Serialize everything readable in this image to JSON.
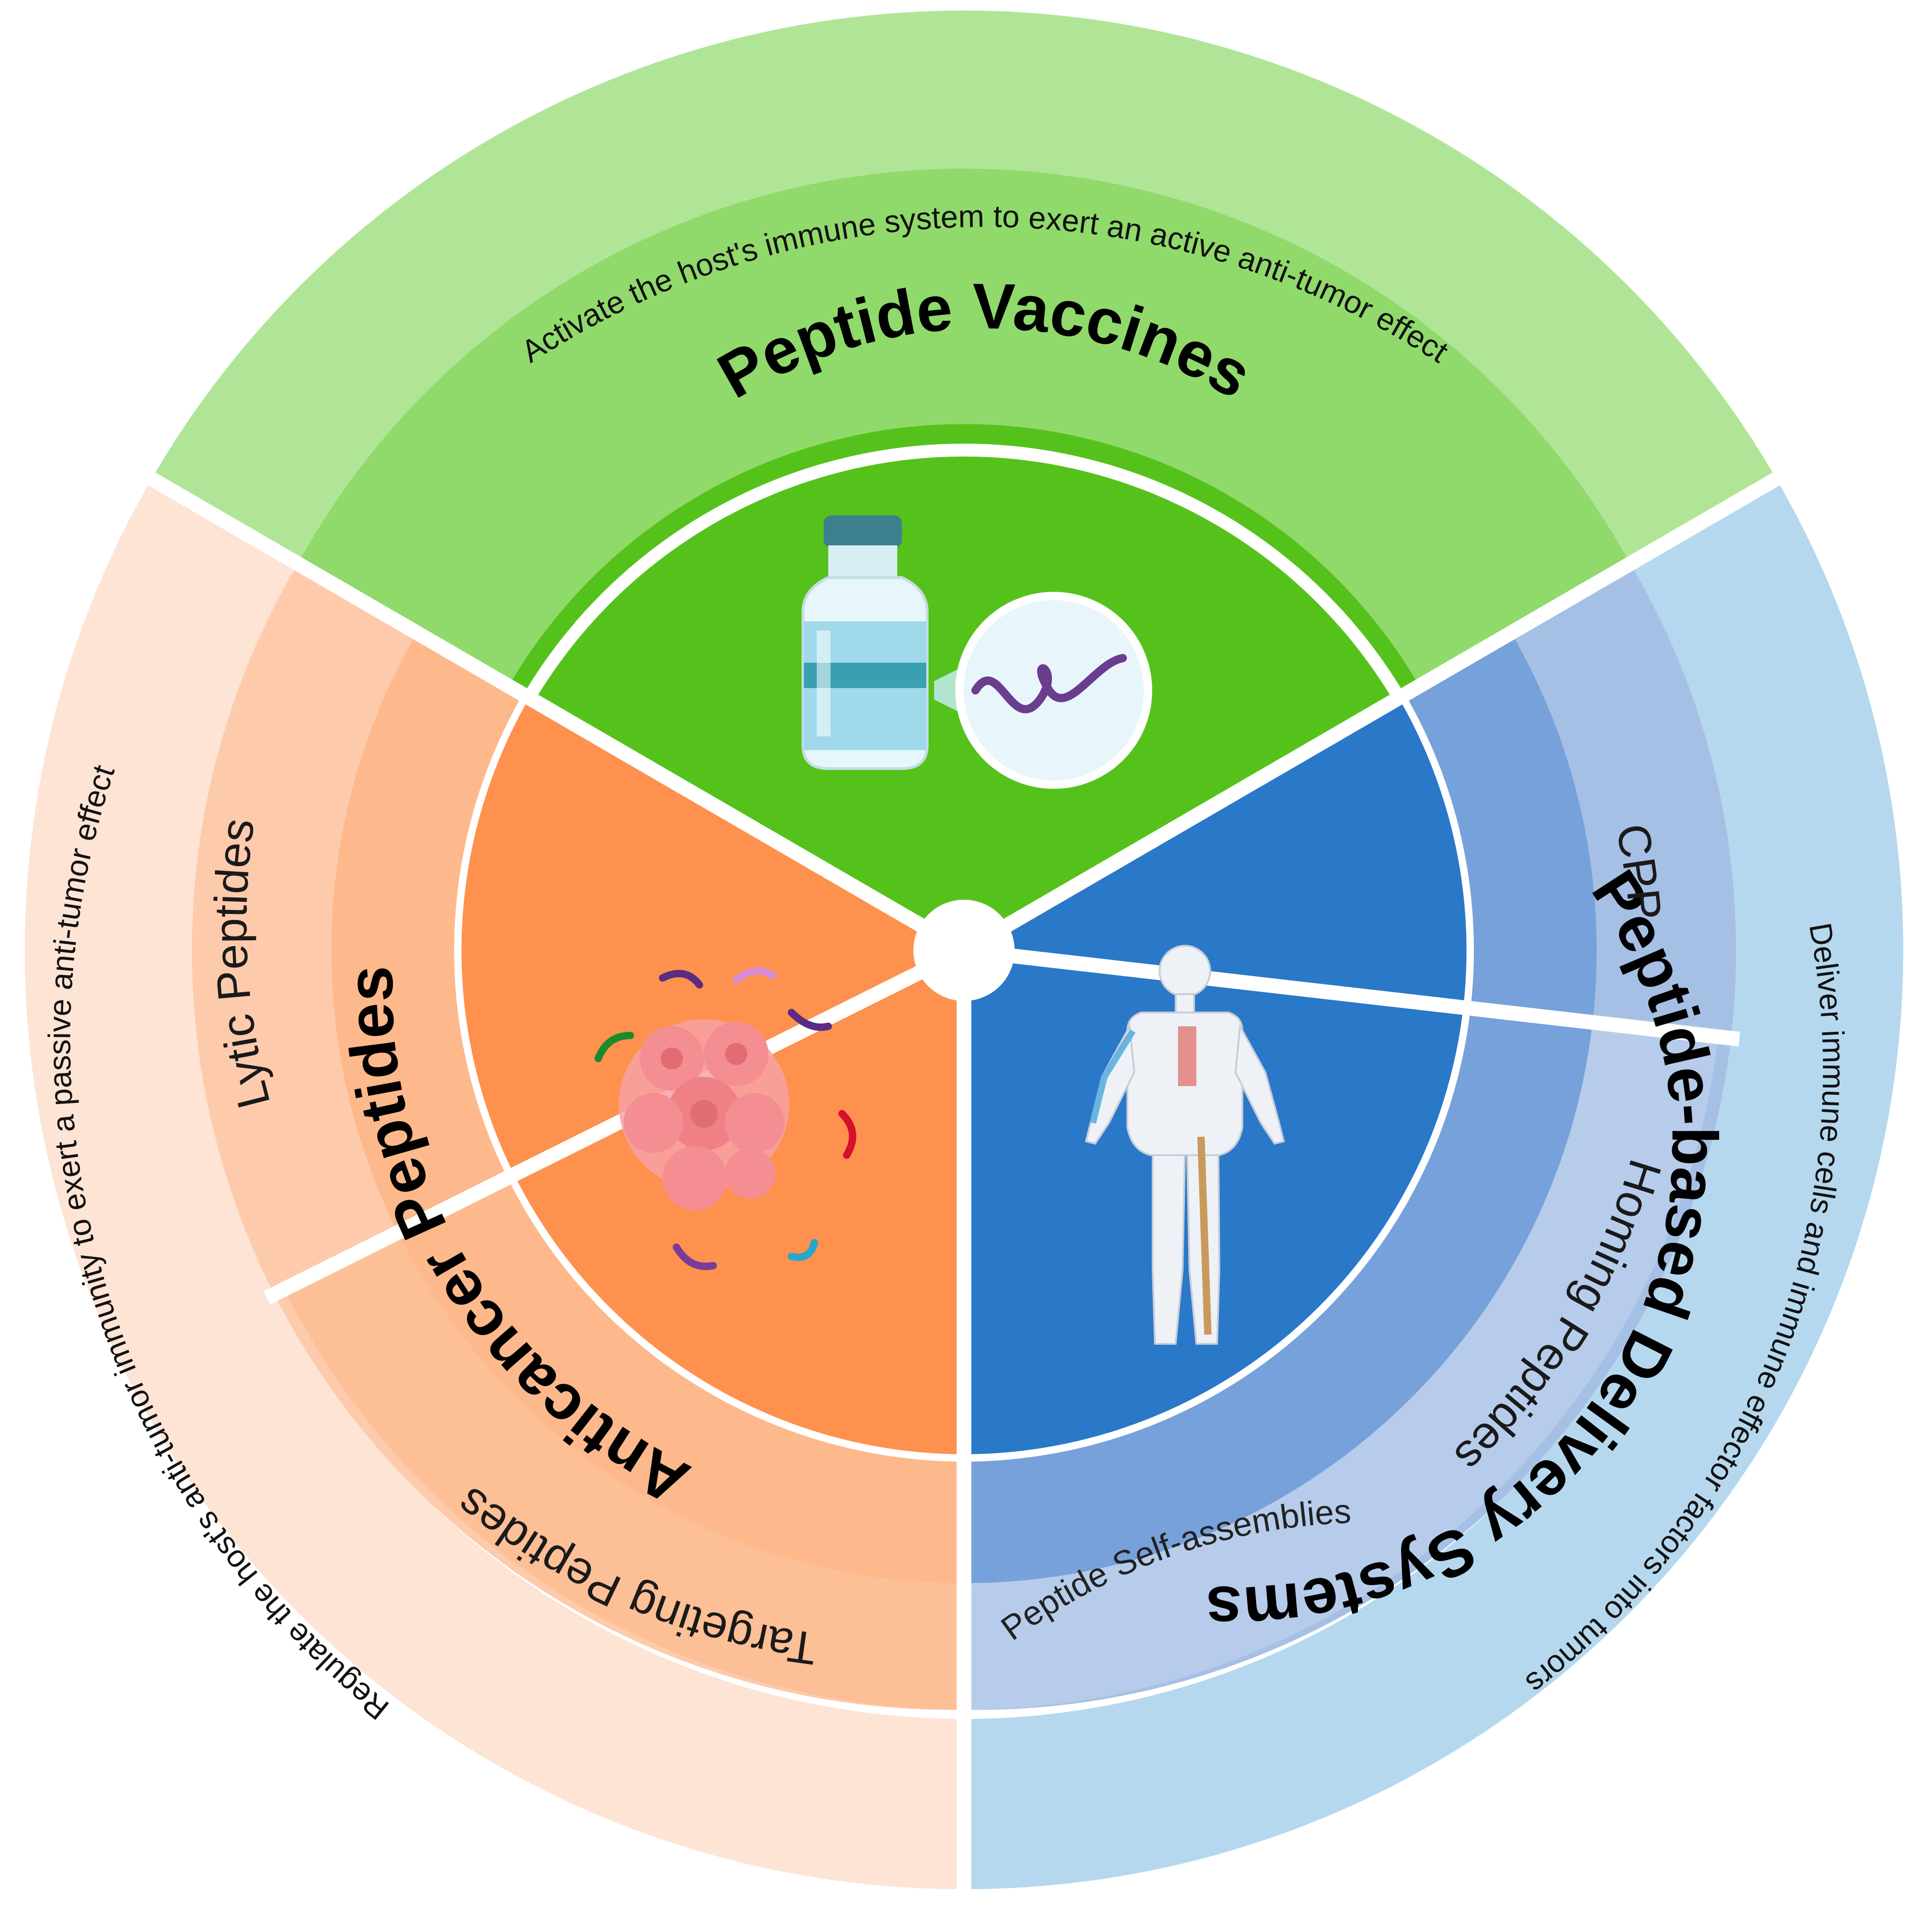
{
  "colors": {
    "green_outer": "#b0e597",
    "green_mid": "#90d96b",
    "green_inner": "#55c21b",
    "orange_outer": "#fde4d5",
    "orange_mid": "#fdcbab",
    "orange_band": "#fdb98b",
    "orange_inner": "#fe914d",
    "blue_outer": "#b5d8ee",
    "blue_mid": "#a6c0e5",
    "blue_mid_light": "#b6ccea",
    "blue_band": "#77a1da",
    "blue_inner": "#2a78c8"
  },
  "sections": {
    "vaccines": {
      "title": "Peptide Vaccines",
      "outer_text": "Activate the host's immune system to exert an active anti-tumor effect",
      "icon": "vaccine-vial-icon"
    },
    "anticancer": {
      "title": "Anticancer Peptides",
      "outer_text": "Regulate the host's anti-tumor immunity to exert a passive anti-tumor effect",
      "items": [
        "Lytic Peptides",
        "Targeting Peptides"
      ],
      "icon": "tumor-cells-icon"
    },
    "delivery": {
      "title": "Peptide-based Delivery Systems",
      "outer_text": "Deliver immune cells and immune effector factors into tumors",
      "items": [
        "CPP",
        "Homing Peptides",
        "Peptide Self-assemblies"
      ],
      "icon": "human-body-icon"
    }
  }
}
